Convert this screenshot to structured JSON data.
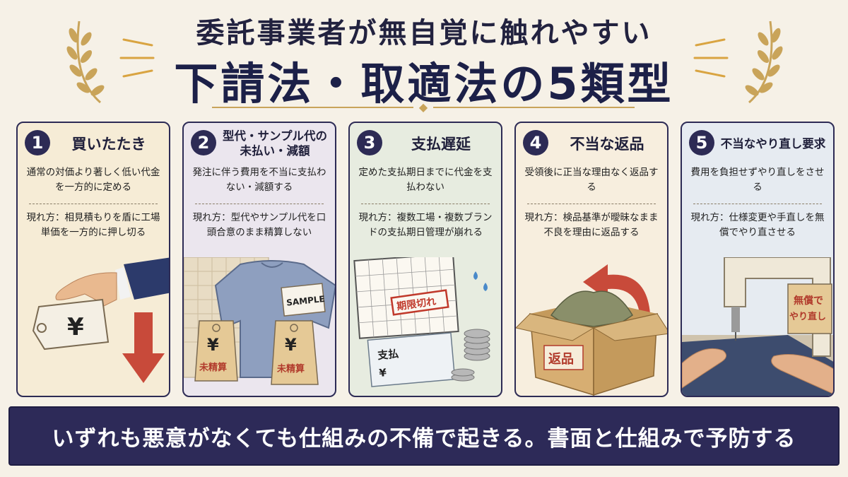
{
  "header": {
    "subtitle": "委託事業者が無自覚に触れやすい",
    "title": "下請法・取適法の5類型"
  },
  "cards": [
    {
      "number": "1",
      "title": "買いたたき",
      "description": "通常の対価より著しく低い代金を一方的に定める",
      "example": "現れ方：相見積もりを盾に工場単価を一方的に押し切る",
      "illustration_labels": [
        "¥"
      ],
      "bg_color": "#f6ecd6"
    },
    {
      "number": "2",
      "title": "型代・サンプル代の未払い・減額",
      "description": "発注に伴う費用を不当に支払わない・減額する",
      "example": "現れ方：型代やサンプル代を口頭合意のまま精算しない",
      "illustration_labels": [
        "SAMPLE",
        "¥",
        "未精算",
        "¥",
        "未精算"
      ],
      "bg_color": "#ebe6ee"
    },
    {
      "number": "3",
      "title": "支払遅延",
      "description": "定めた支払期日までに代金を支払わない",
      "example": "現れ方：複数工場・複数ブランドの支払期日管理が崩れる",
      "illustration_labels": [
        "期限切れ",
        "支払",
        "¥"
      ],
      "bg_color": "#e7ece0"
    },
    {
      "number": "4",
      "title": "不当な返品",
      "description": "受領後に正当な理由なく返品する",
      "example": "現れ方：検品基準が曖昧なまま不良を理由に返品する",
      "illustration_labels": [
        "返品"
      ],
      "bg_color": "#f7eede"
    },
    {
      "number": "5",
      "title": "不当なやり直し要求",
      "description": "費用を負担せずやり直しをさせる",
      "example": "現れ方：仕様変更や手直しを無償でやり直させる",
      "illustration_labels": [
        "無償で",
        "やり直し"
      ],
      "bg_color": "#e6ebf1"
    }
  ],
  "banner": {
    "text": "いずれも悪意がなくても仕組みの不備で起きる。書面と仕組みで予防する"
  },
  "colors": {
    "navy": "#2d2a58",
    "gold": "#c9a45a",
    "red": "#c0392b",
    "background": "#f6f1e7"
  },
  "icons": [
    "laurel-left-icon",
    "laurel-right-icon",
    "yen-tag-icon",
    "down-arrow-icon",
    "calendar-icon",
    "coin-stack-icon",
    "return-arrow-icon",
    "cardboard-box-icon",
    "sewing-machine-icon"
  ]
}
